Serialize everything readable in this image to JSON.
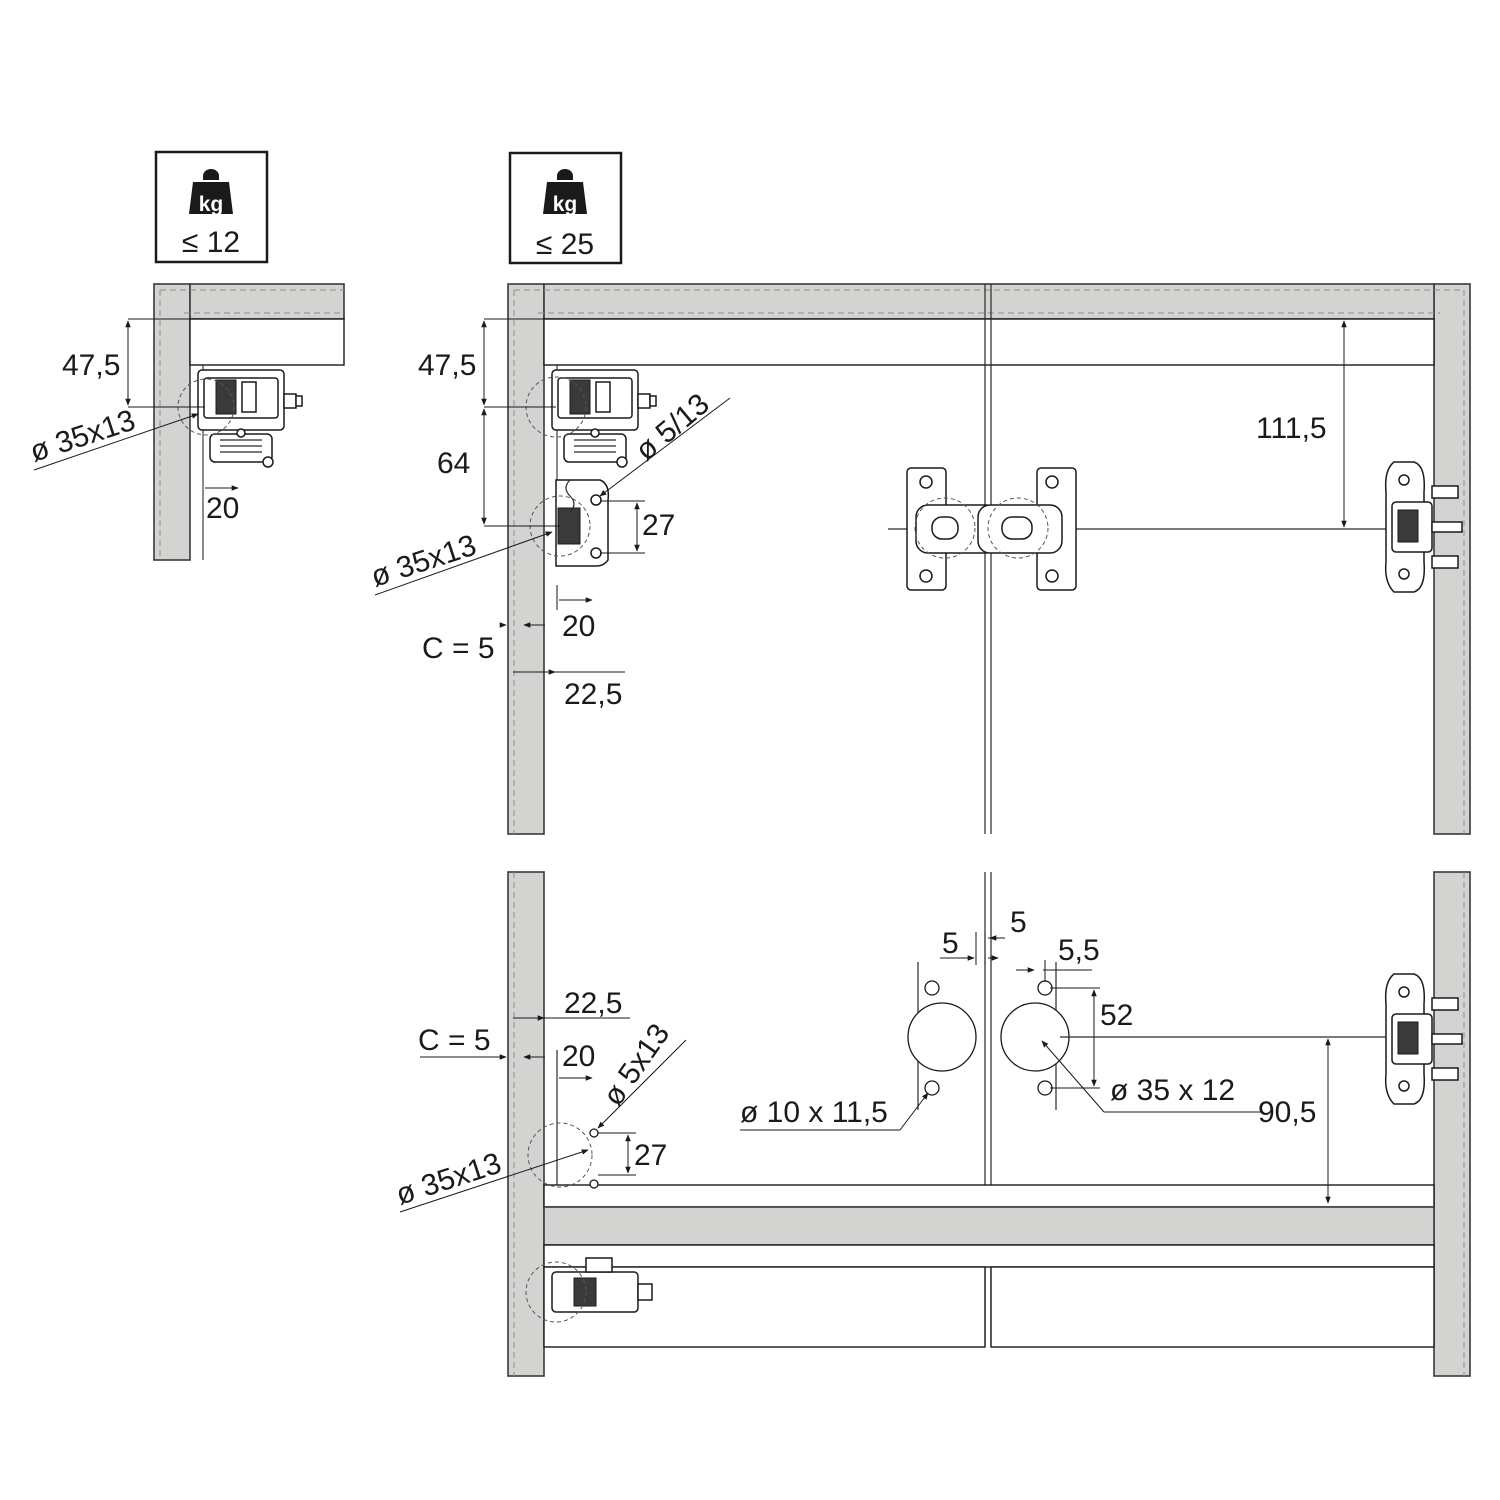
{
  "load_badges": [
    {
      "icon": "kg-weight-icon",
      "unit": "kg",
      "limit": "≤ 12"
    },
    {
      "icon": "kg-weight-icon",
      "unit": "kg",
      "limit": "≤ 25"
    }
  ],
  "left_detail": {
    "dim_height": "47,5",
    "dim_bore": "ø 35x13",
    "dim_offset": "20"
  },
  "top_view": {
    "dim_height": "47,5",
    "dim_spacing": "64",
    "dim_small_bore": "ø 5/13",
    "dim_plate": "27",
    "dim_bore": "ø 35x13",
    "dim_offset": "20",
    "dim_gap": "C = 5",
    "dim_edge": "22,5",
    "dim_right_height": "111,5"
  },
  "bottom_view": {
    "dim_gap_left": "5",
    "dim_gap_right": "5",
    "dim_hole_offset": "5,5",
    "dim_hole_spacing": "52",
    "dim_edge": "22,5",
    "dim_gap": "C = 5",
    "dim_offset": "20",
    "dim_small_bore": "ø 5x13",
    "dim_plate": "27",
    "dim_bore": "ø 35x13",
    "dim_small_holes": "ø 10 x 11,5",
    "dim_cup_holes": "ø 35 x 12",
    "dim_right_height": "90,5"
  }
}
